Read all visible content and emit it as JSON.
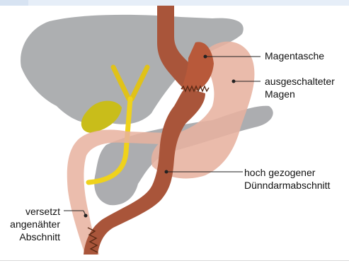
{
  "labels": {
    "magentasche": "Magentasche",
    "ausgeschalteter_line1": "ausgeschalteter",
    "ausgeschalteter_line2": "Magen",
    "hoch_line1": "hoch gezogener",
    "hoch_line2": "Dünndarmabschnitt",
    "versetzt_line1": "versetzt",
    "versetzt_line2": "angenähter",
    "versetzt_line3": "Abschnitt"
  },
  "colors": {
    "liver": "#a9abad",
    "stomach": "#e7b29f",
    "pouch": "#b8593a",
    "jejunum": "#a9553a",
    "bile_duct": "#e8c70e",
    "gallbladder": "#c9bd1a",
    "pancreas": "#9d9fa2",
    "staple": "#5a2a15",
    "leader": "#222222"
  }
}
